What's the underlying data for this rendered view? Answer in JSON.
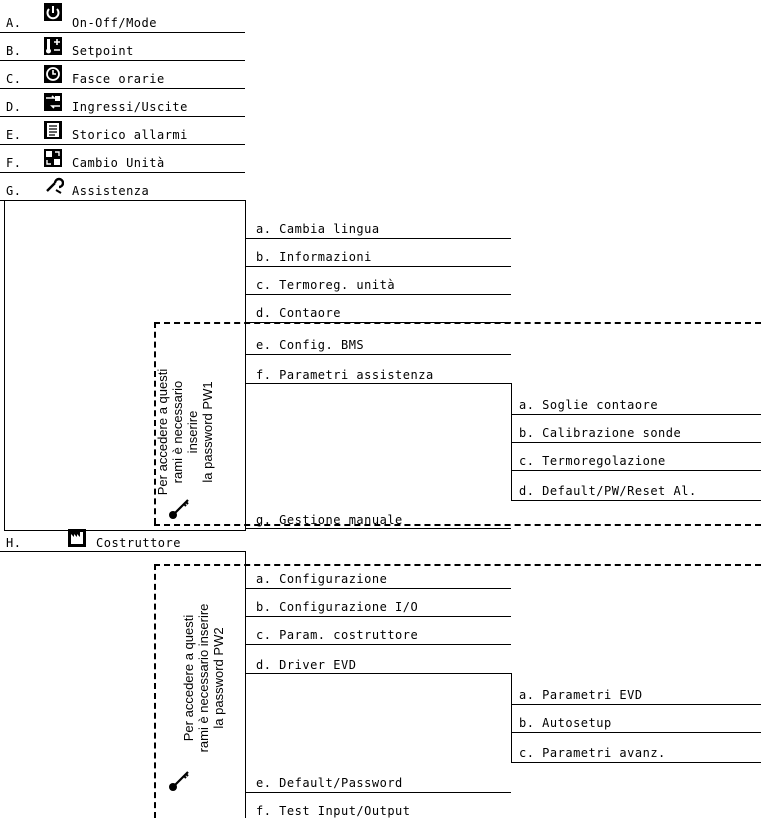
{
  "main_menu": [
    {
      "letter": "A.",
      "label": "On-Off/Mode",
      "icon": "power-icon"
    },
    {
      "letter": "B.",
      "label": "Setpoint",
      "icon": "thermometer-setpoint-icon"
    },
    {
      "letter": "C.",
      "label": "Fasce orarie",
      "icon": "clock-icon"
    },
    {
      "letter": "D.",
      "label": "Ingressi/Uscite",
      "icon": "input-output-icon"
    },
    {
      "letter": "E.",
      "label": "Storico allarmi",
      "icon": "alarm-log-icon"
    },
    {
      "letter": "F.",
      "label": "Cambio Unità",
      "icon": "unit-change-icon"
    },
    {
      "letter": "G.",
      "label": "Assistenza",
      "icon": "service-icon"
    },
    {
      "letter": "H.",
      "label": "Costruttore",
      "icon": "manufacturer-icon"
    }
  ],
  "assistenza_menu": [
    {
      "label": "a. Cambia lingua"
    },
    {
      "label": "b. Informazioni"
    },
    {
      "label": "c. Termoreg. unità"
    },
    {
      "label": "d. Contaore"
    },
    {
      "label": "e. Config. BMS"
    },
    {
      "label": "f. Parametri assistenza"
    },
    {
      "label": "g. Gestione manuale"
    }
  ],
  "parametri_assistenza_menu": [
    {
      "label": "a. Soglie contaore"
    },
    {
      "label": "b. Calibrazione sonde"
    },
    {
      "label": "c. Termoregolazione"
    },
    {
      "label": "d.  Default/PW/Reset Al."
    }
  ],
  "costruttore_menu": [
    {
      "label": "a. Configurazione"
    },
    {
      "label": "b. Configurazione I/O"
    },
    {
      "label": "c. Param. costruttore"
    },
    {
      "label": "d. Driver EVD"
    },
    {
      "label": "e. Default/Password"
    },
    {
      "label": "f. Test Input/Output"
    }
  ],
  "driver_evd_menu": [
    {
      "label": "a. Parametri EVD"
    },
    {
      "label": "b. Autosetup"
    },
    {
      "label": "c. Parametri avanz."
    }
  ],
  "pw1_note": {
    "line1": "Per accedere a questi",
    "line2": "rami è necessario",
    "line3": "inserire",
    "line4": "la password  PW1",
    "icon": "key-icon"
  },
  "pw2_note": {
    "line1": "Per accedere a questi",
    "line2": "rami è necessario inserire",
    "line3": "la password  PW2",
    "icon": "key-icon"
  }
}
